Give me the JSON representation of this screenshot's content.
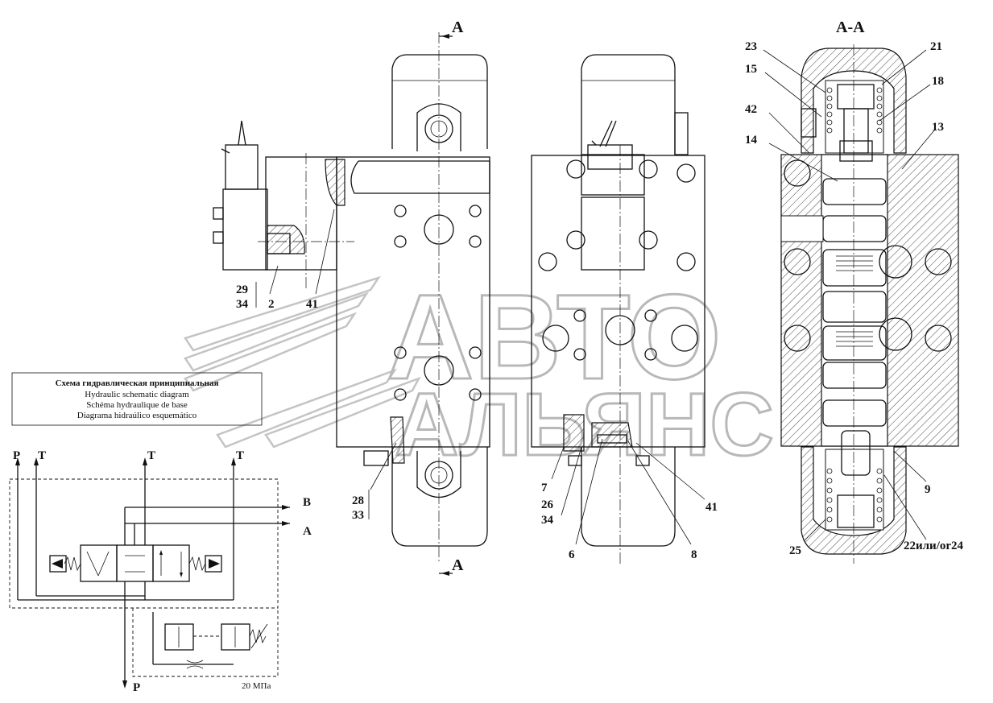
{
  "section_title": "A-A",
  "section_marks": {
    "top": "A",
    "bottom": "A"
  },
  "title_block": {
    "line1": "Схема гидравлическая принципиальная",
    "line2": "Hydraulic schematic diagram",
    "line3": "Schéma hydraulique de base",
    "line4": "Diagrama hidraúlico esquemático"
  },
  "schematic": {
    "port_p_top": "P",
    "port_t_left": "T",
    "port_t_mid": "T",
    "port_t_right": "T",
    "port_b": "B",
    "port_a": "A",
    "port_p_bottom": "P",
    "pressure": "20 МПа"
  },
  "side_view_labels": {
    "l29": "29",
    "l34": "34",
    "l2": "2",
    "l41": "41",
    "l28": "28",
    "l33": "33"
  },
  "rear_view_labels": {
    "l7": "7",
    "l26": "26",
    "l34": "34",
    "l6": "6",
    "l41": "41",
    "l8": "8"
  },
  "section_labels": {
    "l23": "23",
    "l21": "21",
    "l15": "15",
    "l18": "18",
    "l42": "42",
    "l13": "13",
    "l14": "14",
    "l9": "9",
    "l25": "25",
    "l22_24": "22или/or24"
  },
  "watermark": {
    "line1": "АВТО",
    "line2": "АЛЬЯНС"
  }
}
